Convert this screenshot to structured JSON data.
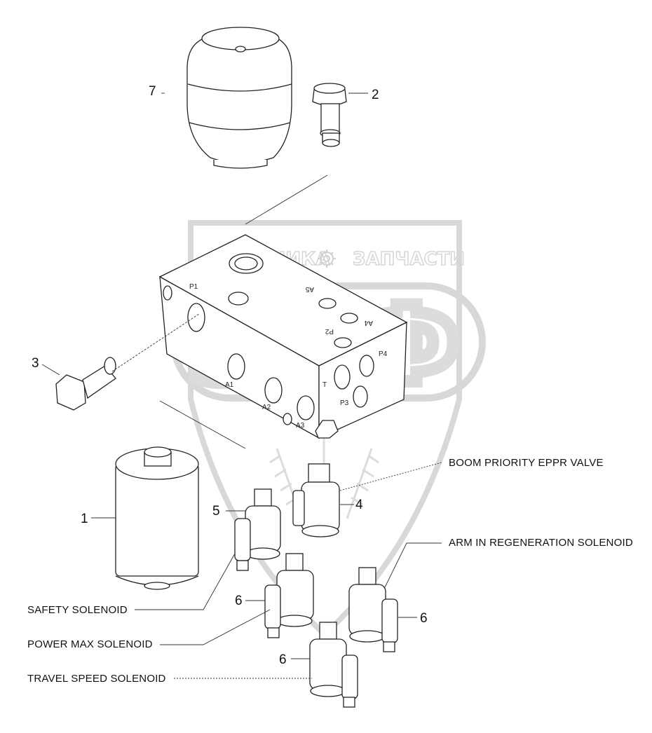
{
  "watermark": {
    "brand_left": "ТЕХНИКА",
    "brand_right": "ЗАПЧАСТИ",
    "logo": "ЭПФ"
  },
  "callouts": {
    "part_1": "1",
    "part_2": "2",
    "part_3": "3",
    "part_4": "4",
    "part_5": "5",
    "part_6a": "6",
    "part_6b": "6",
    "part_6c": "6",
    "part_7": "7"
  },
  "labels": {
    "boom_priority": "BOOM PRIORITY EPPR VALVE",
    "arm_in_regen": "ARM IN REGENERATION SOLENOID",
    "safety": "SAFETY SOLENOID",
    "power_max": "POWER MAX SOLENOID",
    "travel_speed": "TRAVEL SPEED SOLENOID"
  },
  "ports": {
    "P1": "P1",
    "A5": "A5",
    "A4": "A4",
    "P2": "P2",
    "P4": "P4",
    "T": "T",
    "A1": "A1",
    "A2": "A2",
    "A3": "A3",
    "P3": "P3"
  },
  "icons": [
    "gear-icon"
  ]
}
